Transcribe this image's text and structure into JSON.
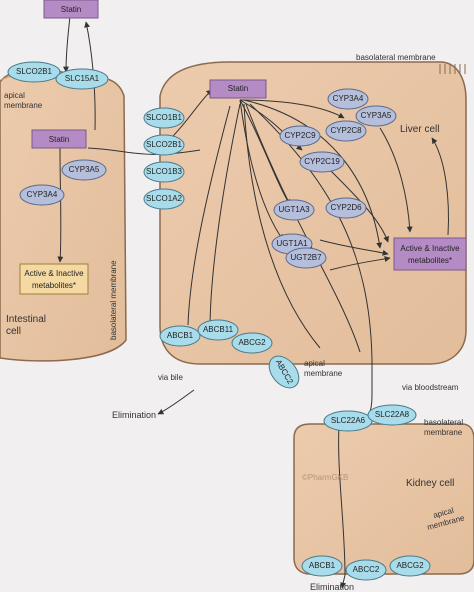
{
  "statins": {
    "top": "Statin",
    "intestine": "Statin",
    "liver": "Statin"
  },
  "intestinal_cell": {
    "label_line1": "Intestinal",
    "label_line2": "cell",
    "apical_line1": "apical",
    "apical_line2": "membrane",
    "basolateral": "basolateral membrane",
    "metabolites_line1": "Active & Inactive",
    "metabolites_line2": "metabolites*",
    "transporters": [
      "SLCO2B1",
      "SLC15A1"
    ],
    "enzymes": [
      "CYP3A5",
      "CYP3A4"
    ]
  },
  "liver_cell": {
    "label": "Liver cell",
    "basolateral": "basolateral membrane",
    "uptake_transporters": [
      "SLCO1B1",
      "SLCO2B1",
      "SLCO1B3",
      "SLCO1A2"
    ],
    "enzymes": [
      "CYP3A4",
      "CYP3A5",
      "CYP2C9",
      "CYP2C8",
      "CYP2C19",
      "UGT1A3",
      "CYP2D6",
      "UGT1A1",
      "UGT2B7"
    ],
    "metabolites_line1": "Active & Inactive",
    "metabolites_line2": "metabolites*",
    "efflux_transporters": [
      "ABCB1",
      "ABCB11",
      "ABCG2",
      "ABCC2"
    ],
    "apical_line1": "apical",
    "apical_line2": "membrane"
  },
  "routes": {
    "via_bile": "via bile",
    "via_bloodstream": "via bloodstream",
    "elimination_bile": "Elimination",
    "elimination_kidney": "Elimination"
  },
  "kidney_cell": {
    "label": "Kidney cell",
    "basolateral_line1": "basolateral",
    "basolateral_line2": "membrane",
    "apical_line1": "apical",
    "apical_line2": "membrane",
    "uptake_transporters": [
      "SLC22A6",
      "SLC22A8"
    ],
    "efflux_transporters": [
      "ABCB1",
      "ABCC2",
      "ABCG2"
    ],
    "watermark": "©PharmGKB"
  },
  "colors": {
    "cell_fill": "#e9c6a6",
    "cell_stroke": "#8b6a4d",
    "statin_box": "#b48bc4",
    "metabolite_box": "#f4d9a3",
    "enzyme_oval": "#b5bfdc",
    "transporter_oval": "#a9dcea"
  }
}
